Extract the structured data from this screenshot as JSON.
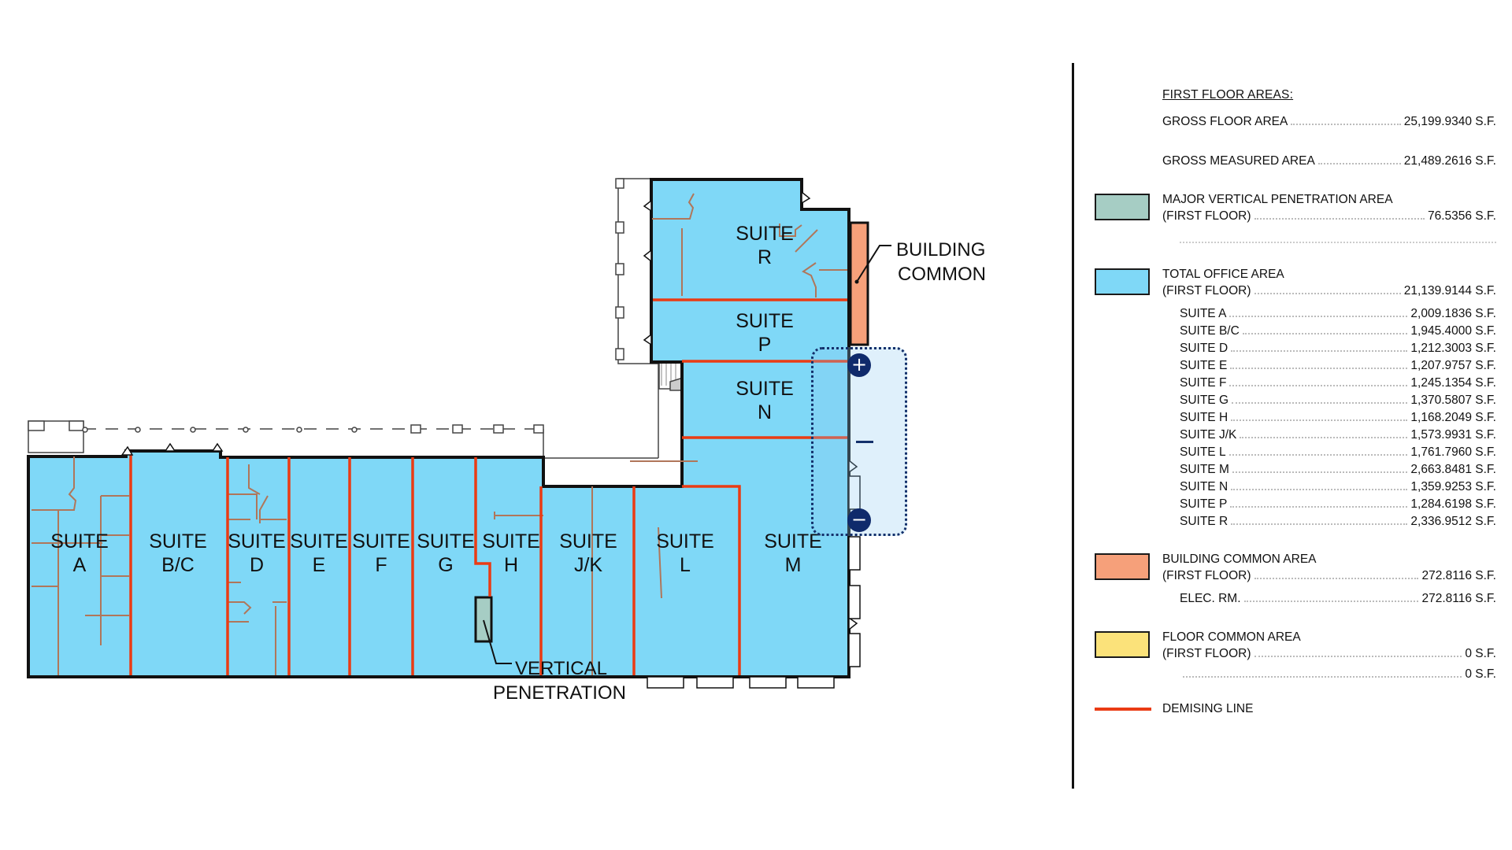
{
  "plan": {
    "suites": [
      {
        "id": "A",
        "line1": "SUITE",
        "line2": "A"
      },
      {
        "id": "B/C",
        "line1": "SUITE",
        "line2": "B/C"
      },
      {
        "id": "D",
        "line1": "SUITE",
        "line2": "D"
      },
      {
        "id": "E",
        "line1": "SUITE",
        "line2": "E"
      },
      {
        "id": "F",
        "line1": "SUITE",
        "line2": "F"
      },
      {
        "id": "G",
        "line1": "SUITE",
        "line2": "G"
      },
      {
        "id": "H",
        "line1": "SUITE",
        "line2": "H"
      },
      {
        "id": "J/K",
        "line1": "SUITE",
        "line2": "J/K"
      },
      {
        "id": "L",
        "line1": "SUITE",
        "line2": "L"
      },
      {
        "id": "M",
        "line1": "SUITE",
        "line2": "M"
      },
      {
        "id": "N",
        "line1": "SUITE",
        "line2": "N"
      },
      {
        "id": "P",
        "line1": "SUITE",
        "line2": "P"
      },
      {
        "id": "R",
        "line1": "SUITE",
        "line2": "R"
      }
    ],
    "callouts": {
      "building_common": {
        "line1": "BUILDING",
        "line2": "COMMON"
      },
      "vertical_penetration": {
        "line1": "VERTICAL",
        "line2": "PENETRATION"
      }
    },
    "zoom_controls": {
      "zoom_in": "+",
      "zoom_out": "−"
    },
    "colors": {
      "office": "#7fd8f7",
      "building_common": "#f6a07a",
      "vertical_penetration": "#a6cdc4",
      "floor_common": "#fbe27a",
      "demising_line": "#ea3b14",
      "wall": "#111111",
      "interior_wall": "#b0765a",
      "zoom_control": "#0f2a6b"
    }
  },
  "legend": {
    "title": "FIRST FLOOR AREAS:",
    "gross_floor_area": {
      "label": "GROSS FLOOR AREA",
      "value": "25,199.9340 S.F."
    },
    "gross_measured_area": {
      "label": "GROSS MEASURED AREA",
      "value": "21,489.2616 S.F."
    },
    "major_vertical_penetration": {
      "label_line1": "MAJOR VERTICAL PENETRATION AREA",
      "label_line2": "(FIRST FLOOR)",
      "value": "76.5356 S.F."
    },
    "total_office": {
      "label_line1": "TOTAL OFFICE AREA",
      "label_line2": "(FIRST FLOOR)",
      "value": "21,139.9144 S.F.",
      "suites": [
        {
          "label": "SUITE A",
          "value": "2,009.1836 S.F."
        },
        {
          "label": "SUITE B/C",
          "value": "1,945.4000 S.F."
        },
        {
          "label": "SUITE D",
          "value": "1,212.3003 S.F."
        },
        {
          "label": "SUITE E",
          "value": "1,207.9757 S.F."
        },
        {
          "label": "SUITE F",
          "value": "1,245.1354 S.F."
        },
        {
          "label": "SUITE G",
          "value": "1,370.5807 S.F."
        },
        {
          "label": "SUITE H",
          "value": "1,168.2049 S.F."
        },
        {
          "label": "SUITE J/K",
          "value": "1,573.9931 S.F."
        },
        {
          "label": "SUITE L",
          "value": "1,761.7960 S.F."
        },
        {
          "label": "SUITE M",
          "value": "2,663.8481 S.F."
        },
        {
          "label": "SUITE N",
          "value": "1,359.9253 S.F."
        },
        {
          "label": "SUITE P",
          "value": "1,284.6198 S.F."
        },
        {
          "label": "SUITE R",
          "value": "2,336.9512 S.F."
        }
      ]
    },
    "building_common": {
      "label_line1": "BUILDING COMMON AREA",
      "label_line2": "(FIRST FLOOR)",
      "value": "272.8116 S.F.",
      "items": [
        {
          "label": "ELEC. RM.",
          "value": "272.8116 S.F."
        }
      ]
    },
    "floor_common": {
      "label_line1": "FLOOR COMMON AREA",
      "label_line2": "(FIRST FLOOR)",
      "value": "0 S.F.",
      "items": [
        {
          "label": "",
          "value": "0 S.F."
        }
      ]
    },
    "demising_line": {
      "label": "DEMISING LINE"
    }
  }
}
